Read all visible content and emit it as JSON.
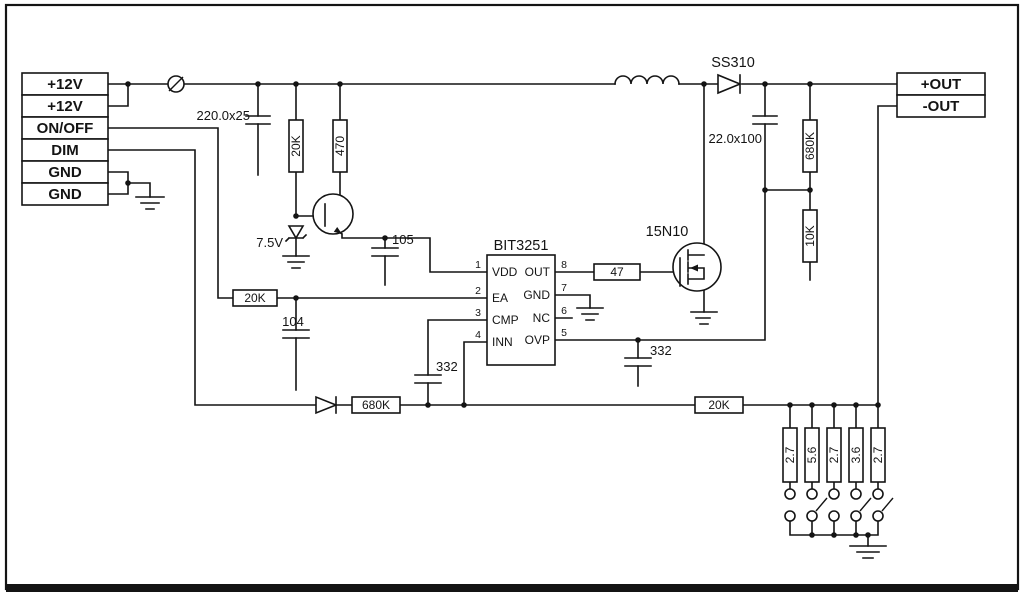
{
  "connector_left": {
    "labels": [
      "+12V",
      "+12V",
      "ON/OFF",
      "DIM",
      "GND",
      "GND"
    ]
  },
  "connector_right": {
    "labels": [
      "+OUT",
      "-OUT"
    ]
  },
  "parts": {
    "input_cap": "220.0x25",
    "base_resistor": "20K",
    "collector_resistor": "470",
    "zener": "7.5V",
    "vdd_cap": "105",
    "ea_resistor": "20K",
    "ea_cap": "104",
    "gate_resistor": "47",
    "mosfet": "15N10",
    "schottky": "SS310",
    "output_cap": "22.0x100",
    "fb_top_resistor": "680K",
    "fb_bottom_resistor": "10K",
    "ovp_cap": "332",
    "dim_resistor": "680K",
    "cmp_cap": "332",
    "fb_resistor": "20K",
    "sense_resistors": [
      "2.7",
      "5.6",
      "2.7",
      "3.6",
      "2.7"
    ]
  },
  "ic": {
    "name": "BIT3251",
    "pins_left": [
      {
        "num": "1",
        "label": "VDD"
      },
      {
        "num": "2",
        "label": "EA"
      },
      {
        "num": "3",
        "label": "CMP"
      },
      {
        "num": "4",
        "label": "INN"
      }
    ],
    "pins_right": [
      {
        "num": "8",
        "label": "OUT"
      },
      {
        "num": "7",
        "label": "GND"
      },
      {
        "num": "6",
        "label": "NC"
      },
      {
        "num": "5",
        "label": "OVP"
      }
    ]
  },
  "colors": {
    "ink": "#141414",
    "paper": "#ffffff"
  }
}
